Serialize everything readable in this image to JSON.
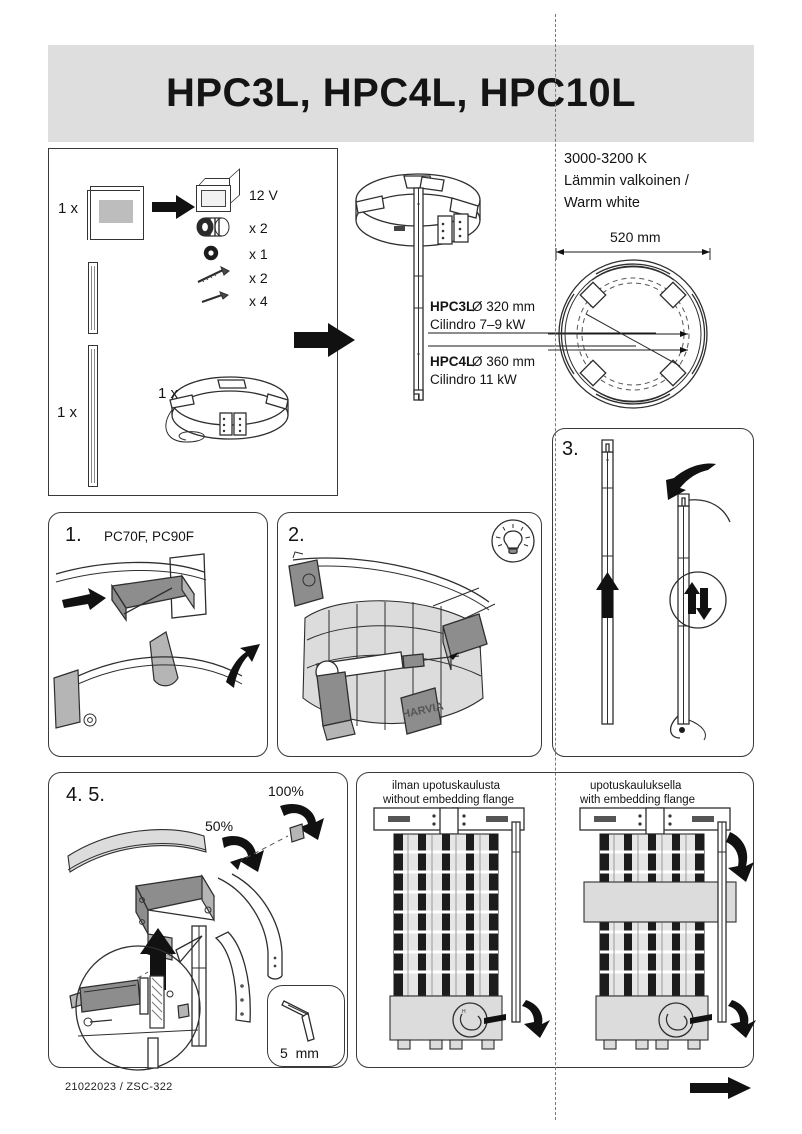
{
  "document": {
    "title": "HPC3L, HPC4L, HPC10L",
    "footer_code": "21022023 / ZSC-322",
    "next_page_icon": "right-arrow-icon"
  },
  "parts": {
    "manual_qty": "1 x",
    "transformer_voltage": "12 V",
    "items": [
      {
        "icon": "cable-gland-icon",
        "qty": "x 2"
      },
      {
        "icon": "grommet-icon",
        "qty": "x 1"
      },
      {
        "icon": "long-screw-icon",
        "qty": "x 2"
      },
      {
        "icon": "short-screw-icon",
        "qty": "x 4"
      }
    ],
    "led_strip_qty": "1 x",
    "ring_qty": "1 x"
  },
  "specs": {
    "color_temperature": "3000-3200 K",
    "color_name_fi": "Lämmin valkoinen /",
    "color_name_en": "Warm white",
    "outer_width": "520 mm",
    "models": [
      {
        "name": "HPC3L",
        "diameter": "Ø 320 mm",
        "cylinder": "Cilindro 7–9 kW"
      },
      {
        "name": "HPC4L",
        "diameter": "Ø 360 mm",
        "cylinder": "Cilindro 11 kW"
      }
    ]
  },
  "steps": {
    "step1": {
      "number": "1.",
      "caption": "PC70F, PC90F"
    },
    "step2": {
      "number": "2.",
      "tip_icon": "lightbulb-icon"
    },
    "step3": {
      "number": "3."
    },
    "step45": {
      "number": "4. 5.",
      "torque_half": "50%",
      "torque_full": "100%",
      "tool_size": "5  mm",
      "tool_icon": "hex-key-icon"
    }
  },
  "sections": {
    "left": {
      "title_fi": "ilman upotuskaulusta",
      "title_en": "without embedding flange"
    },
    "right": {
      "title_fi": "upotuskauluksella",
      "title_en": "with embedding flange"
    }
  },
  "colors": {
    "header_band": "#dedede",
    "line": "#2e2e2e",
    "fill_dark": "#8d8d8d",
    "fill_light": "#dcdcdc",
    "black": "#111111"
  }
}
